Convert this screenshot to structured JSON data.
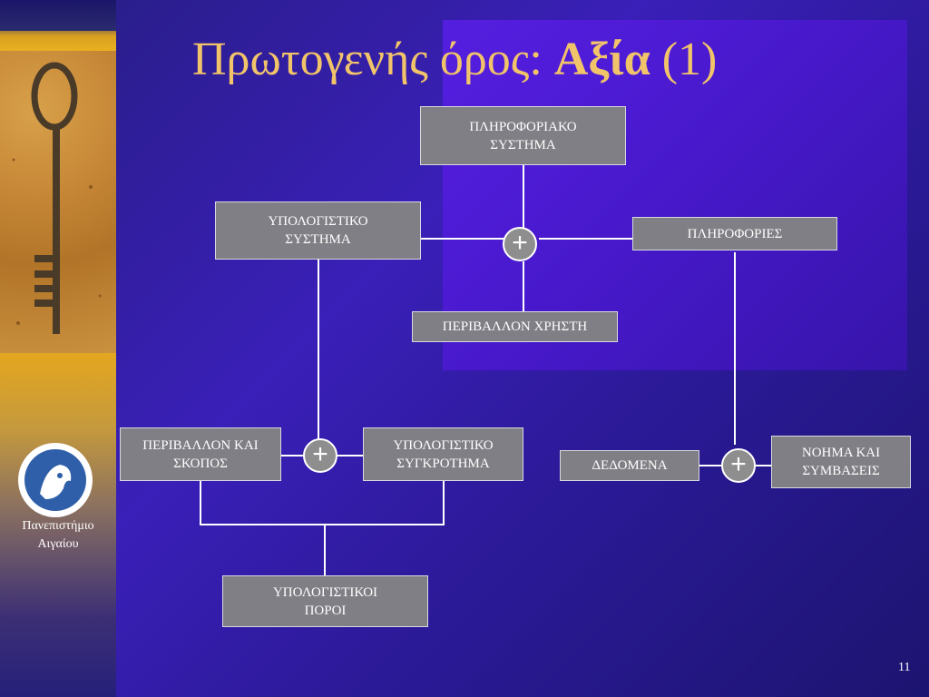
{
  "title": {
    "prefix": "Πρωτογενής όρος: ",
    "bold": "Αξία",
    "suffix": " (1)"
  },
  "sidebar": {
    "university_line1": "Πανεπιστήμιο",
    "university_line2": "Αιγαίου"
  },
  "diagram": {
    "information_system": "ΠΛΗΡΟΦΟΡΙΑΚΟ\nΣΥΣΤΗΜΑ",
    "computing_system": "ΥΠΟΛΟΓΙΣΤΙΚΟ\nΣΥΣΤΗΜΑ",
    "information": "ΠΛΗΡΟΦΟΡΙΕΣ",
    "user_environment": "ΠΕΡΙΒΑΛΛΟΝ ΧΡΗΣΤΗ",
    "environment_and_purpose": "ΠΕΡΙΒΑΛΛΟΝ ΚΑΙ\nΣΚΟΠΟΣ",
    "computing_assembly": "ΥΠΟΛΟΓΙΣΤΙΚΟ\nΣΥΓΚΡΟΤΗΜΑ",
    "data": "ΔΕΔΟΜΕΝΑ",
    "meaning_and_conventions": "ΝΟΗΜΑ ΚΑΙ\nΣΥΜΒΑΣΕΙΣ",
    "computing_resources": "ΥΠΟΛΟΓΙΣΤΙΚΟΙ\nΠΟΡΟΙ",
    "plus_symbol": "+"
  },
  "page_number": "11",
  "colors": {
    "title": "#f2c46a",
    "box_fill": "#7f7f85",
    "background": "#3a1fb8",
    "sidebar": "#e3a620"
  },
  "icons": {
    "key_image": "key-icon",
    "university_logo": "university-seal-icon"
  }
}
